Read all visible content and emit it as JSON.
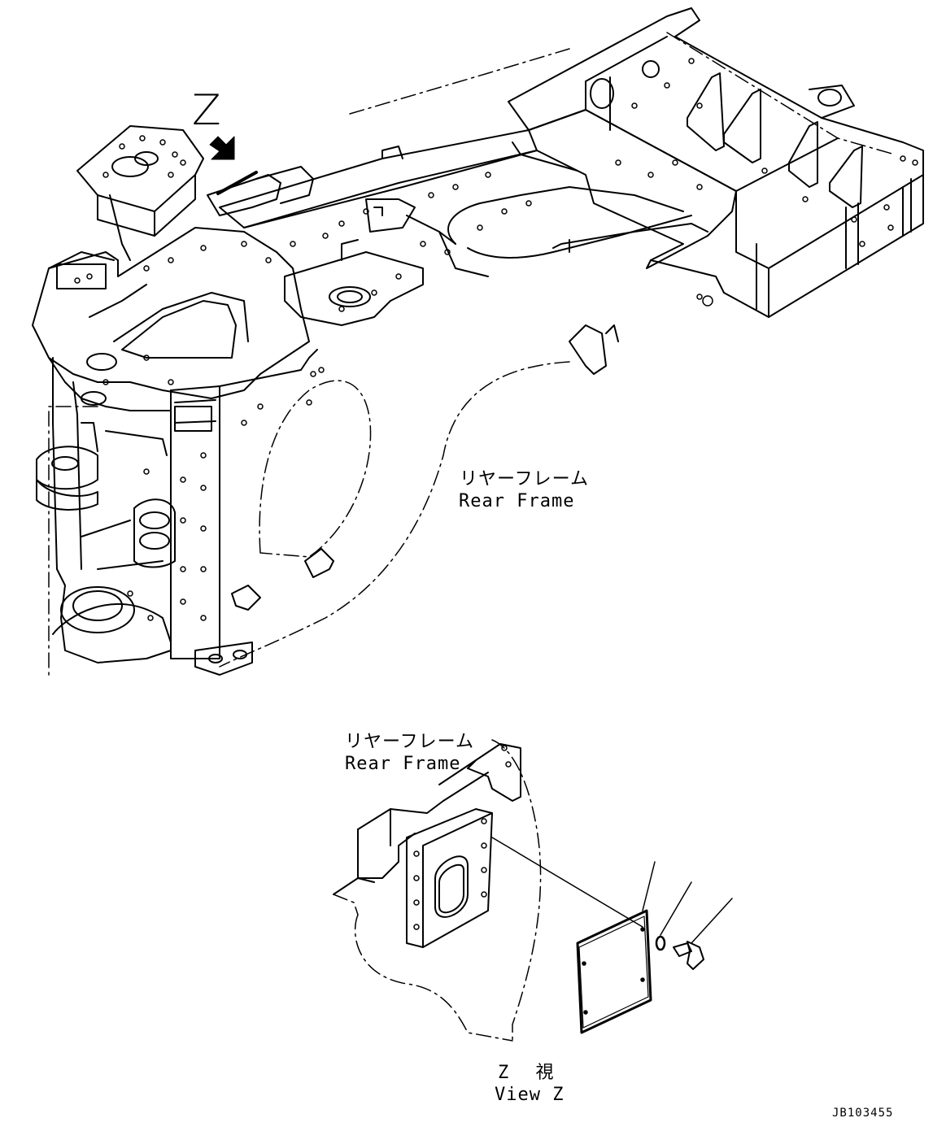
{
  "view_marker": "Z",
  "labels": {
    "rear_frame_jp_main": "リヤーフレーム",
    "rear_frame_en_main": "Rear Frame",
    "rear_frame_jp_detail": "リヤーフレーム",
    "rear_frame_en_detail": "Rear Frame",
    "view_jp": "Z 視",
    "view_en": "View Z"
  },
  "drawing_number": "JB103455"
}
